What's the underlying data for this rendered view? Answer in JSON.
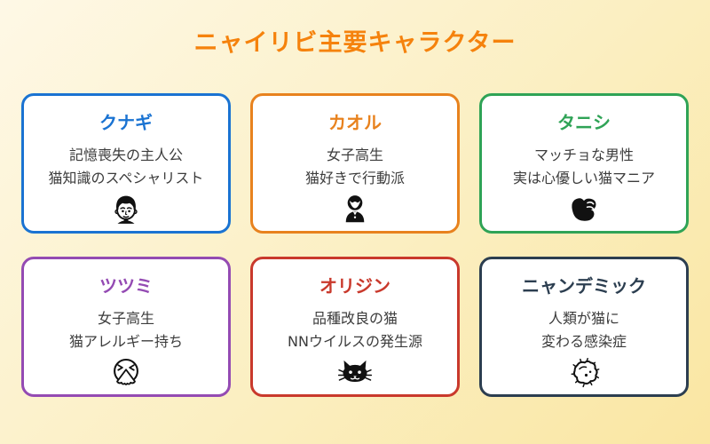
{
  "page": {
    "title": "ニャイリビ主要キャラクター"
  },
  "colors": {
    "background_top_left": "#FEF8E6",
    "background_bottom_right": "#FAE6A2",
    "title": "#F5820D",
    "card_background": "#FFFFFF",
    "body_text": "#3C3C3C"
  },
  "cards": [
    {
      "name": "クナギ",
      "accent": "#1A73D2",
      "lines": [
        "記憶喪失の主人公",
        "猫知識のスペシャリスト"
      ],
      "icon": "man-face-icon"
    },
    {
      "name": "カオル",
      "accent": "#E8821E",
      "lines": [
        "女子高生",
        "猫好きで行動派"
      ],
      "icon": "schoolgirl-icon"
    },
    {
      "name": "タニシ",
      "accent": "#2FA356",
      "lines": [
        "マッチョな男性",
        "実は心優しい猫マニア"
      ],
      "icon": "flexed-biceps-icon"
    },
    {
      "name": "ツツミ",
      "accent": "#944BB3",
      "lines": [
        "女子高生",
        "猫アレルギー持ち"
      ],
      "icon": "sneezing-face-icon"
    },
    {
      "name": "オリジン",
      "accent": "#C9392C",
      "lines": [
        "品種改良の猫",
        "NNウイルスの発生源"
      ],
      "icon": "cat-face-icon"
    },
    {
      "name": "ニャンデミック",
      "accent": "#2C3E50",
      "lines": [
        "人類が猫に",
        "変わる感染症"
      ],
      "icon": "microbe-icon"
    }
  ]
}
